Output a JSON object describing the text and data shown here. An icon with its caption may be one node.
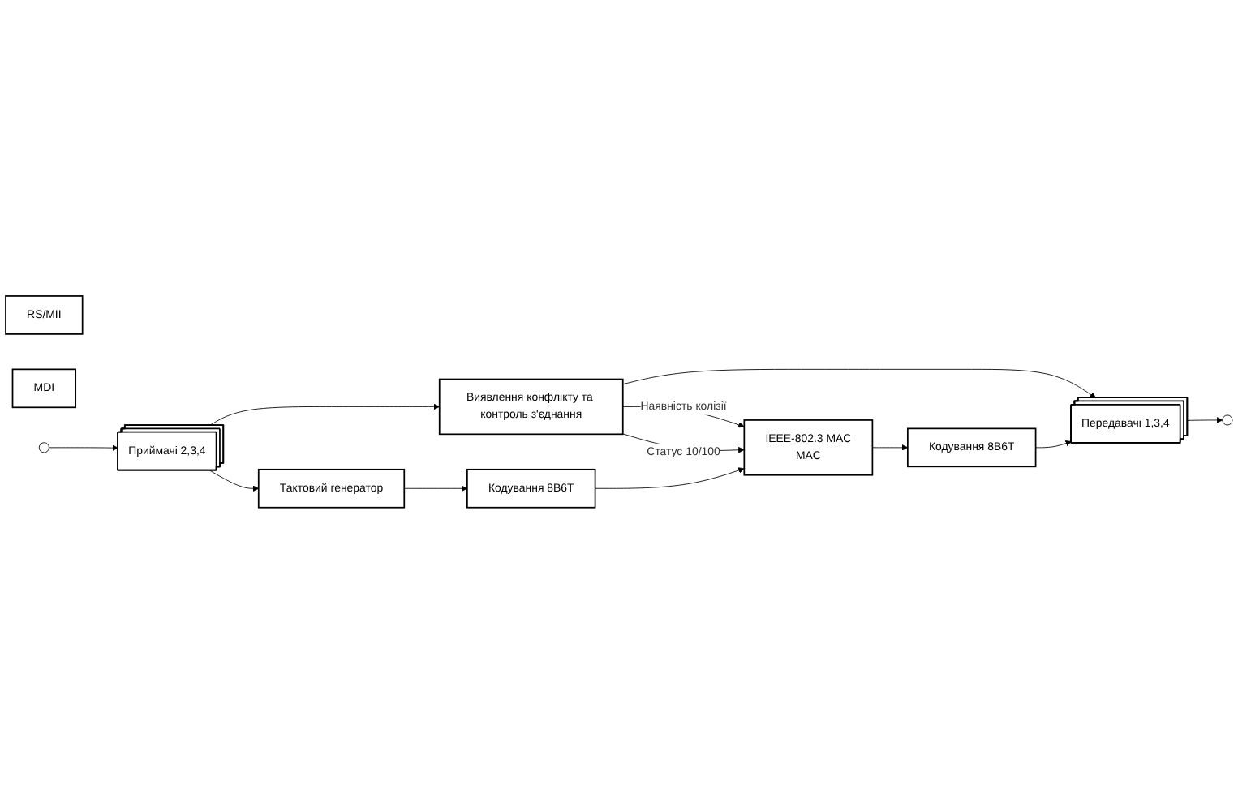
{
  "diagram": {
    "nodes": [
      {
        "text": [
          "IEEE-802.3 MAC",
          "MAC"
        ]
      },
      {
        "text": [
          "RS/MII"
        ]
      },
      {
        "text": [
          "Кодування 8B6T"
        ]
      },
      {
        "text": [
          "Передавачі 1,3,4"
        ]
      },
      {
        "text": [
          "MDI"
        ]
      },
      {
        "text": [
          "Виявлення конфлікту та контроль з'єднання"
        ]
      },
      {
        "text": [
          "Приймачі 2,3,4"
        ]
      },
      {
        "text": [
          "Кодування 8B6T"
        ]
      },
      {
        "text": [
          "Тактовий генератор"
        ]
      }
    ],
    "edges": [
      {
        "from": 0,
        "to": 2,
        "arrow": "to"
      },
      {
        "from": 2,
        "to": 3,
        "arrow": "to"
      },
      {
        "from": 3,
        "to": null,
        "arrow": "to"
      },
      {
        "from": 5,
        "to": 3,
        "arrow": "to"
      },
      {
        "from": 5,
        "to": 0,
        "label": "Наявність колізії",
        "arrow": "to"
      },
      {
        "from": 5,
        "to": 0,
        "label": "Статус 10/100",
        "arrow": "to"
      },
      {
        "from": 6,
        "to": 5,
        "arrow": "to"
      },
      {
        "from": null,
        "to": 6,
        "arrow": "to"
      },
      {
        "from": 7,
        "to": 0,
        "arrow": "to"
      },
      {
        "from": 6,
        "to": 8,
        "arrow": "to"
      },
      {
        "from": 8,
        "to": 7,
        "arrow": "to"
      }
    ]
  }
}
